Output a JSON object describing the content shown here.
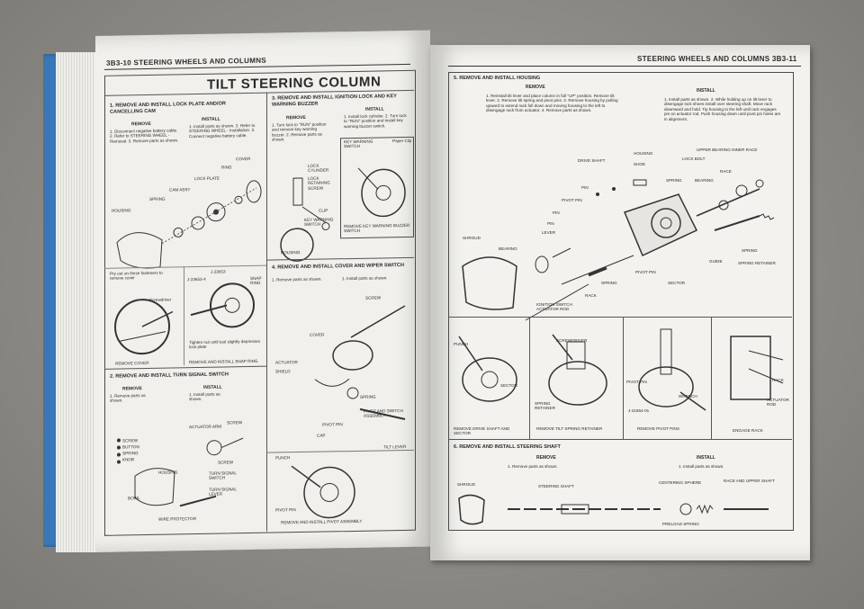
{
  "left_page": {
    "header": "3B3-10  STEERING WHEELS AND COLUMNS",
    "title": "TILT STEERING COLUMN",
    "section1": {
      "heading": "1. REMOVE AND INSTALL LOCK PLATE AND/OR CANCELLING CAM",
      "remove_label": "REMOVE",
      "install_label": "INSTALL",
      "remove_steps": "1. Disconnect negative battery cable.  2. Refer to STEERING WHEEL - Removal.  3. Remove parts as shown.",
      "install_steps": "1. Install parts as shown.  2. Refer to STEERING WHEEL - Installation.  3. Connect negative battery cable.",
      "labels": [
        "COVER",
        "RING",
        "LOCK PLATE",
        "CAM ASSY",
        "SPRING",
        "HOUSING",
        "J-23653",
        "J-23653-4",
        "SNAP RING",
        "Screwdriver",
        "Pry out on these fasteners to remove cover",
        "Tighten nut until tool slightly depresses lock plate",
        "REMOVE COVER",
        "REMOVE AND INSTALL SNAP RING"
      ]
    },
    "section2": {
      "heading": "2. REMOVE AND INSTALL TURN SIGNAL SWITCH",
      "remove_label": "REMOVE",
      "install_label": "INSTALL",
      "remove_steps": "1. Remove parts as shown.",
      "install_steps": "1. Install parts as shown.",
      "labels": [
        "SCREW",
        "BUTTON",
        "SPRING",
        "KNOB",
        "ACTUATOR ARM",
        "SCREW",
        "SCREW",
        "HOUSING",
        "TURN SIGNAL SWITCH",
        "TURN SIGNAL LEVER",
        "BOWL",
        "WIRE PROTECTOR"
      ]
    },
    "section3": {
      "heading": "3. REMOVE AND INSTALL IGNITION LOCK AND KEY WARNING BUZZER",
      "remove_label": "REMOVE",
      "install_label": "INSTALL",
      "remove_steps": "1. Turn lock to \"RUN\" position and remove key warning buzzer.  2. Remove parts as shown.",
      "install_steps": "1. Install lock cylinder.  2. Turn lock to \"RUN\" position and install key warning buzzer switch.",
      "labels": [
        "KEY WARNING SWITCH",
        "Paper Clip",
        "LOCK CYLINDER",
        "LOCK RETAINING SCREW",
        "CLIP",
        "KEY WARNING SWITCH",
        "HOUSING",
        "REMOVE KEY WARNING BUZZER SWITCH"
      ]
    },
    "section4": {
      "heading": "4. REMOVE AND INSTALL COVER AND WIPER SWITCH",
      "remove_steps": "1. Remove parts as shown.",
      "install_steps": "1. Install parts as shown.",
      "labels": [
        "SCREW",
        "COVER",
        "ACTUATOR",
        "SHIELD",
        "SPRING",
        "PIVOT AND SWITCH ASSEMBLY",
        "PIVOT PIN",
        "CAP",
        "TILT LEVER",
        "PUNCH",
        "PIVOT PIN",
        "REMOVE AND INSTALL PIVOT ASSEMBLY"
      ]
    }
  },
  "right_page": {
    "header": "STEERING WHEELS AND COLUMNS  3B3-11",
    "section5": {
      "heading": "5. REMOVE AND INSTALL HOUSING",
      "remove_label": "REMOVE",
      "install_label": "INSTALL",
      "remove_steps": "1. Reinstall tilt lever and place column in full \"UP\" position. Remove tilt lever.  2. Remove tilt spring and pivot pins.  3. Remove housing by pulling upward to extend rack full down and moving housing to the left to disengage rack from actuator.  4. Remove parts as shown.",
      "install_steps": "1. Install parts as shown.  2. While holding up on tilt lever to disengage lock shoes install over steering shaft. Move rack downward and hold. Tip housing to the left until rack engages pin on actuator rod. Push housing down until pivot pin holes are in alignment.",
      "labels": [
        "UPPER BEARING INNER RACE",
        "HOUSING",
        "LOCK BOLT",
        "DRIVE SHAFT",
        "SHOE",
        "RACE",
        "PIN",
        "SPRING",
        "BEARING",
        "PIVOT PIN",
        "PIN",
        "PIN",
        "LEVER",
        "SHROUD",
        "BEARING",
        "SPRING",
        "GUIDE",
        "SPRING RETAINER",
        "PIVOT PIN",
        "SECTOR",
        "RACK",
        "SPRING",
        "IGNITION SWITCH ACTUATOR ROD"
      ],
      "panels": [
        "REMOVE DRIVE SHAFT AND SECTOR",
        "REMOVE TILT SPRING RETAINER",
        "REMOVE PIVOT PINS",
        "ENGAGE RACK"
      ],
      "panel_labels": [
        "PUNCH",
        "SECTOR",
        "SCREWDRIVER",
        "SPRING RETAINER",
        "PIVOT PIN",
        "WRENCH",
        "J-21854-01",
        "RACK",
        "ACTUATOR ROD"
      ]
    },
    "section6": {
      "heading": "6. REMOVE AND INSTALL STEERING SHAFT",
      "remove_label": "REMOVE",
      "install_label": "INSTALL",
      "remove_steps": "1. Remove parts as shown.",
      "install_steps": "1. Install parts as shown.",
      "labels": [
        "SHROUD",
        "STEERING SHAFT",
        "CENTERING SPHERE",
        "RACE AND UPPER SHAFT",
        "PRELOAD SPRING"
      ]
    }
  }
}
